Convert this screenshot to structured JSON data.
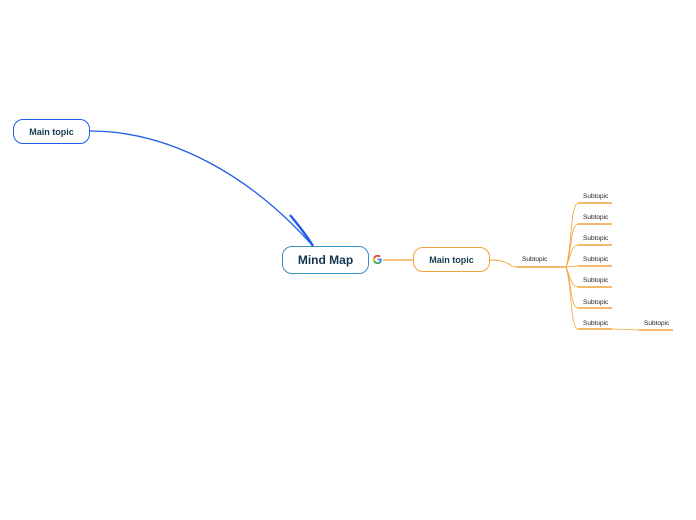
{
  "central": {
    "label": "Mind Map"
  },
  "main_topics": {
    "left": {
      "label": "Main topic"
    },
    "right": {
      "label": "Main topic"
    }
  },
  "subtopic_level1": {
    "label": "Subtopic"
  },
  "subtopics_level2": [
    {
      "label": "Subtopic"
    },
    {
      "label": "Subtopic"
    },
    {
      "label": "Subtopic"
    },
    {
      "label": "Subtopic"
    },
    {
      "label": "Subtopic"
    },
    {
      "label": "Subtopic"
    },
    {
      "label": "Subtopic"
    }
  ],
  "subtopic_level3": {
    "label": "Subtopic"
  },
  "icons": {
    "central_attachment": "google-g-icon"
  },
  "colors": {
    "central_border": "#3a8ec6",
    "left_branch": "#1f5ee6",
    "right_branch": "#f2a33a",
    "text_dark": "#143a4e"
  }
}
